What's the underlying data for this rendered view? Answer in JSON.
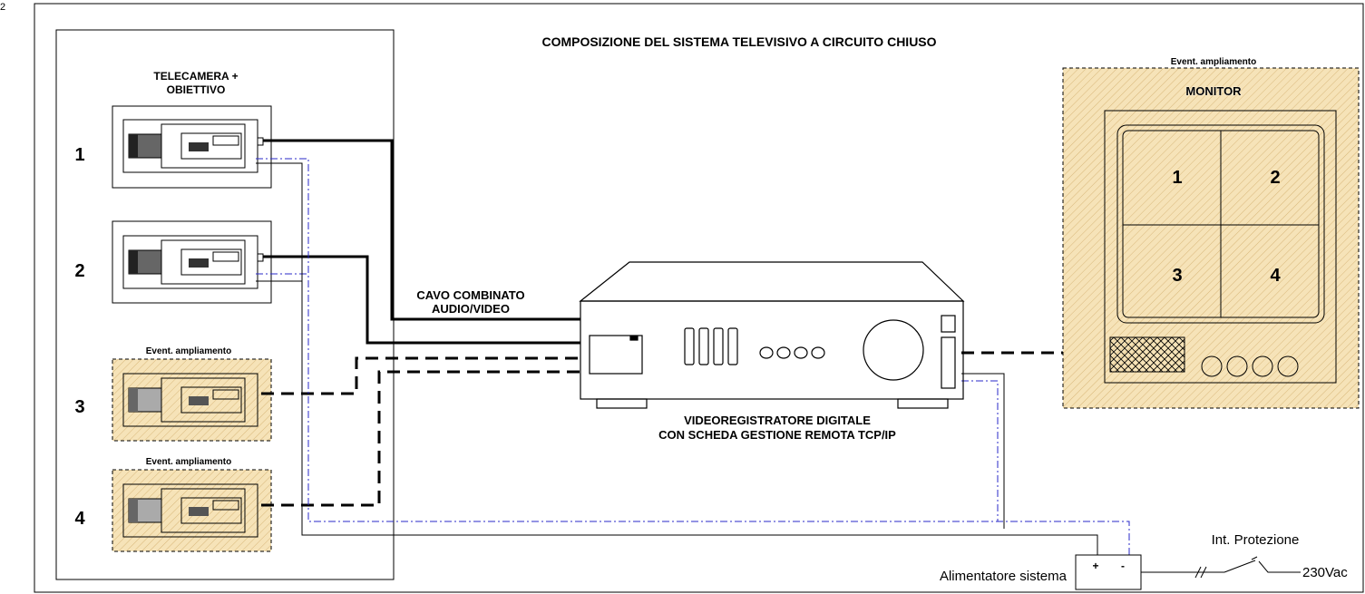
{
  "title": "COMPOSIZIONE DEL SISTEMA TELEVISIVO A CIRCUITO CHIUSO",
  "camera_group_label_line1": "TELECAMERA +",
  "camera_group_label_line2": "OBIETTIVO",
  "cameras": [
    {
      "number": "1",
      "optional_label": ""
    },
    {
      "number": "2",
      "optional_label": ""
    },
    {
      "number": "3",
      "optional_label": "Event. ampliamento"
    },
    {
      "number": "4",
      "optional_label": "Event. ampliamento"
    }
  ],
  "cable_label_line1": "CAVO COMBINATO",
  "cable_label_line2": "AUDIO/VIDEO",
  "dvr_label_line1": "VIDEOREGISTRATORE DIGITALE",
  "dvr_label_line2": "CON SCHEDA GESTIONE REMOTA TCP/IP",
  "monitor_optional_label": "Event. ampliamento",
  "monitor_label": "MONITOR",
  "monitor_quadrants": [
    "1",
    "2",
    "3",
    "4"
  ],
  "power_supply_label": "Alimentatore sistema",
  "power_supply_plus": "+",
  "power_supply_minus": "-",
  "protection_switch_label": "Int. Protezione",
  "mains_label": "230Vac",
  "corner_mark": "2",
  "colors": {
    "line": "#000000",
    "aux_line": "#2a2ac8",
    "optional_fill": "#f6e3b8",
    "hatch": "#d8b77a"
  }
}
